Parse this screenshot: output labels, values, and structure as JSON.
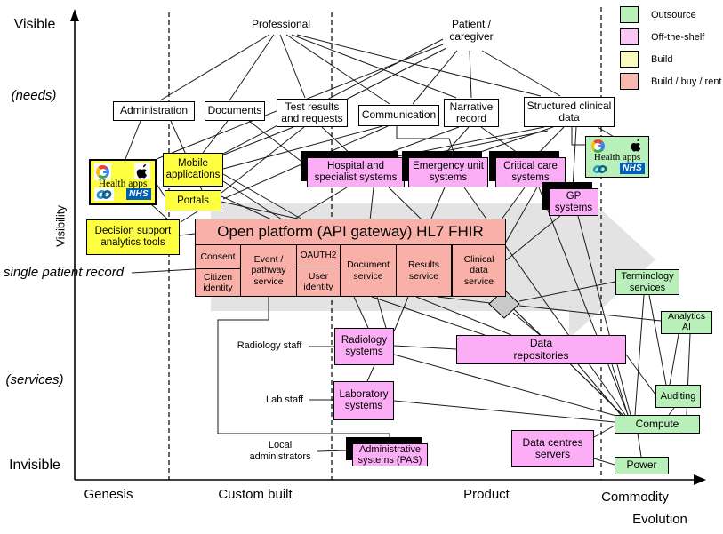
{
  "legend": {
    "items": [
      {
        "label": "Outsource",
        "color": "#b9f0ba"
      },
      {
        "label": "Off-the-shelf",
        "color": "#f8c7f6"
      },
      {
        "label": "Build",
        "color": "#fafabe"
      },
      {
        "label": "Build / buy / rent",
        "color": "#f9b9b1"
      }
    ]
  },
  "axis": {
    "visible": "Visible",
    "needs": "(needs)",
    "visibility": "Visibility",
    "single_patient_record": "single patient record",
    "services": "(services)",
    "invisible": "Invisible",
    "genesis": "Genesis",
    "custom_built": "Custom built",
    "product": "Product",
    "commodity": "Commodity",
    "evolution": "Evolution"
  },
  "actors": {
    "professional": "Professional",
    "patient_caregiver": "Patient / caregiver"
  },
  "needs": {
    "administration": "Administration",
    "documents": "Documents",
    "test_results": "Test results and requests",
    "communication": "Communication",
    "narrative_record": "Narrative record",
    "structured_clinical_data": "Structured clinical data"
  },
  "build": {
    "health_apps": "Health apps",
    "nhs": "NHS",
    "mobile": "Mobile applications",
    "portals": "Portals",
    "decision_support": "Decision support analytics tools"
  },
  "platform": {
    "title": "Open platform (API gateway) HL7 FHIR",
    "consent": "Consent",
    "citizen_identity": "Citizen identity",
    "event_pathway": "Event / pathway service",
    "oauth2": "OAUTH2",
    "user_identity": "User identity",
    "document_service": "Document service",
    "results_service": "Results service",
    "clinical_data_service": "Clinical data service"
  },
  "offtheshelf": {
    "hospital": "Hospital and specialist systems",
    "emergency": "Emergency unit systems",
    "critical": "Critical care systems",
    "gp": "GP systems",
    "radiology": "Radiology systems",
    "laboratory": "Laboratory systems",
    "admin_pas": "Administrative systems (PAS)",
    "data_repositories": "Data repositories",
    "data_centres": "Data centres servers"
  },
  "outsource": {
    "health_apps": "Health apps",
    "nhs": "NHS",
    "terminology": "Terminology services",
    "analytics_ai": "Analytics AI",
    "auditing": "Auditing",
    "compute": "Compute",
    "power": "Power"
  },
  "staff": {
    "radiology": "Radiology staff",
    "lab": "Lab staff",
    "local_admins": "Local administrators"
  },
  "colors": {
    "build_yellow": "#ffff42",
    "off_the_shelf_pink": "#fbaef5",
    "outsource_green": "#b9f0ba",
    "build_buy_rent_salmon": "#f9b0a9",
    "nhs_blue": "#005eb8",
    "flow_arrow_gray": "#e3e3e3"
  }
}
